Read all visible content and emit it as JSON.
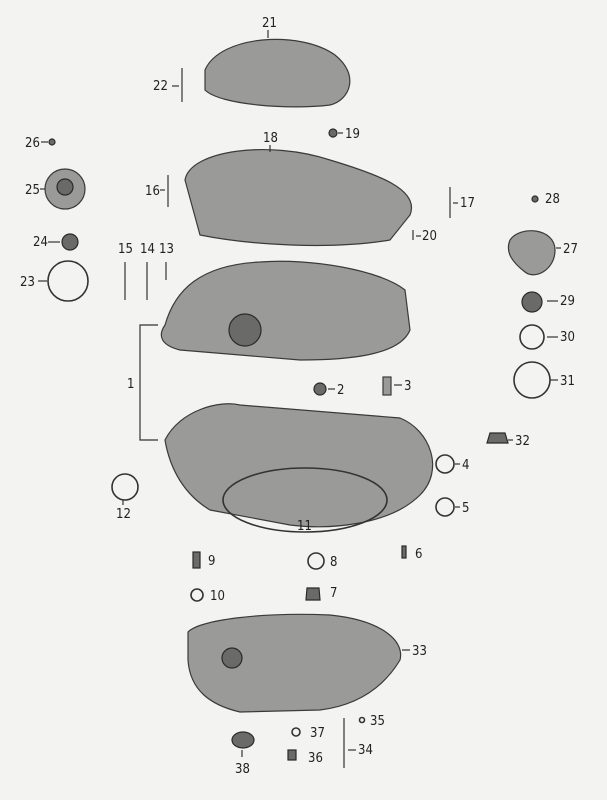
{
  "diagram": {
    "title": "Engine housing exploded view",
    "part_numbers": [
      "1",
      "2",
      "3",
      "4",
      "5",
      "6",
      "7",
      "8",
      "9",
      "10",
      "11",
      "12",
      "13",
      "14",
      "15",
      "16",
      "17",
      "18",
      "19",
      "20",
      "21",
      "22",
      "23",
      "24",
      "25",
      "26",
      "27",
      "28",
      "29",
      "30",
      "31",
      "32",
      "33",
      "34",
      "35",
      "36",
      "37",
      "38"
    ]
  }
}
